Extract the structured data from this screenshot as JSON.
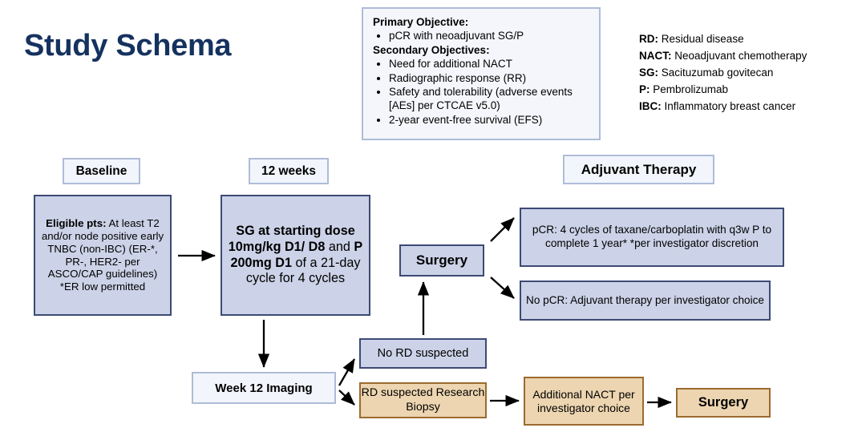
{
  "title": "Study Schema",
  "objectives": {
    "primary_heading": "Primary Objective:",
    "primary_items": [
      "pCR with neoadjuvant SG/P"
    ],
    "secondary_heading": "Secondary Objectives:",
    "secondary_items": [
      "Need for additional NACT",
      "Radiographic response (RR)",
      "Safety and tolerability (adverse events [AEs] per CTCAE v5.0)",
      "2-year event-free survival (EFS)"
    ]
  },
  "legend": [
    {
      "abbr": "RD:",
      "definition": "Residual disease"
    },
    {
      "abbr": "NACT:",
      "definition": "Neoadjuvant chemotherapy"
    },
    {
      "abbr": "SG:",
      "definition": "Sacituzumab govitecan"
    },
    {
      "abbr": "P:",
      "definition": "Pembrolizumab"
    },
    {
      "abbr": "IBC:",
      "definition": "Inflammatory breast cancer"
    }
  ],
  "phase_labels": {
    "baseline": "Baseline",
    "twelve_weeks": "12 weeks",
    "adjuvant_therapy": "Adjuvant Therapy"
  },
  "nodes": {
    "eligible": {
      "lead": "Eligible pts:",
      "body": " At least T2 and/or node positive early TNBC (non-IBC) (ER-*, PR-, HER2- per ASCO/CAP guidelines) *ER low permitted"
    },
    "regimen": {
      "p1": "SG at starting dose 10mg/kg D1/ D8",
      "p2": " and ",
      "p3": "P 200mg D1",
      "p4": " of a 21-day cycle for 4 cycles"
    },
    "surgery_mid": "Surgery",
    "pcr": "pCR: 4 cycles of taxane/carboplatin with q3w P to complete 1 year* *per investigator discretion",
    "no_pcr": "No pCR: Adjuvant therapy per investigator choice",
    "week12_imaging": "Week 12 Imaging",
    "no_rd": "No RD suspected",
    "rd_suspected": "RD suspected Research Biopsy",
    "additional_nact": "Additional NACT per investigator choice",
    "surgery_tan": "Surgery"
  },
  "colors": {
    "title": "#15325f",
    "box_blue_fill": "#ccd3e8",
    "box_blue_border": "#3d4a74",
    "box_label_fill": "#f2f5fb",
    "box_label_border": "#aebcd8",
    "box_tan_fill": "#ecd5b0",
    "box_tan_border": "#9c6a2f",
    "arrow": "#000000"
  }
}
